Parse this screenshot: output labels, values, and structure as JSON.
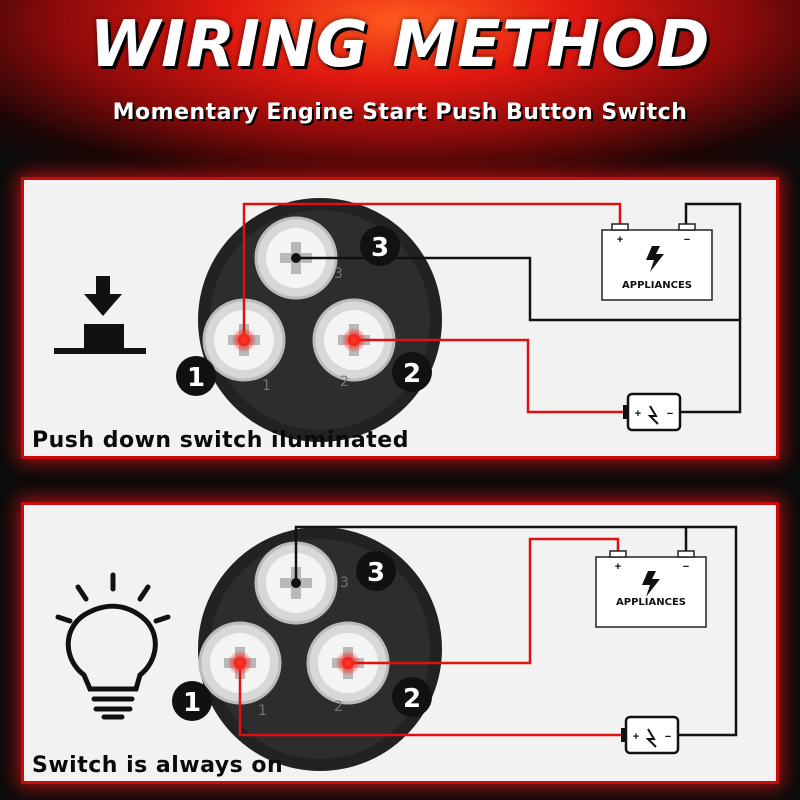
{
  "title": "WIRING METHOD",
  "subtitle": "Momentary Engine Start Push Button Switch",
  "panels": [
    {
      "caption": "Push down switch iluminated",
      "icon": "push-down-icon",
      "device_label": "APPLIANCES",
      "terminal_numbers": [
        "1",
        "2",
        "3"
      ],
      "molded_numbers": [
        "1",
        "2",
        "3"
      ]
    },
    {
      "caption": "Switch is always on",
      "icon": "light-bulb-icon",
      "device_label": "APPLIANCES",
      "terminal_numbers": [
        "1",
        "2",
        "3"
      ],
      "molded_numbers": [
        "1",
        "2",
        "3"
      ]
    }
  ],
  "battery_symbols": {
    "positive": "+",
    "negative": "−"
  },
  "colors": {
    "positive_wire": "#e01010",
    "negative_wire": "#111111",
    "panel_glow": "#e01414",
    "panel_bg": "#f2f2f2"
  }
}
